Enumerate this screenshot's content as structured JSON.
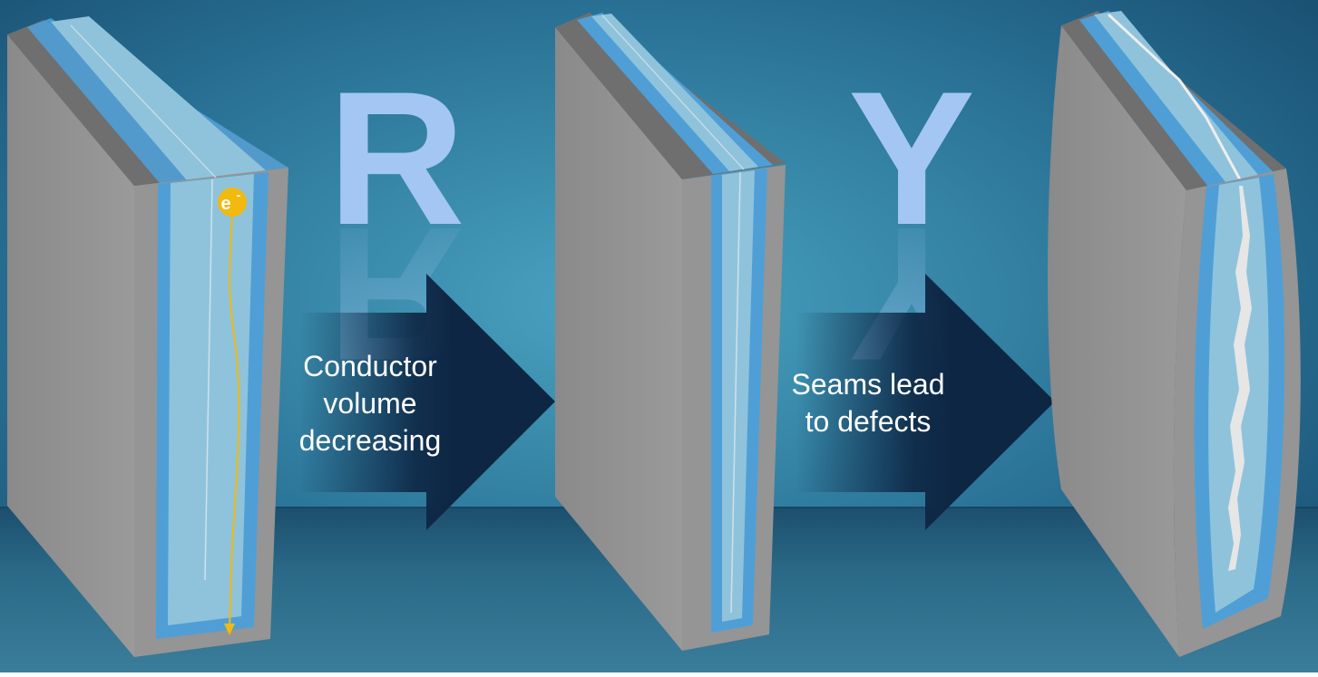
{
  "letters": {
    "first": "R",
    "second": "Y"
  },
  "arrow1": {
    "label_lines": [
      "Conductor",
      "volume",
      "decreasing"
    ]
  },
  "arrow2": {
    "label_lines": [
      "Seams lead",
      "to defects"
    ]
  },
  "electron": {
    "symbol": "e",
    "superscript": "-"
  },
  "colors": {
    "background_top": "#1d5f82",
    "background_mid": "#3f94b3",
    "floor": "#1f5572",
    "block_face": "#8f8f8f",
    "block_top": "#6d6d6d",
    "liner": "#4f9fd6",
    "conductor": "#8fc3dc",
    "letter": "#a3c7f2",
    "arrow": "#0d2644",
    "electron": "#f2b90f",
    "seam": "#e6e6e6"
  }
}
